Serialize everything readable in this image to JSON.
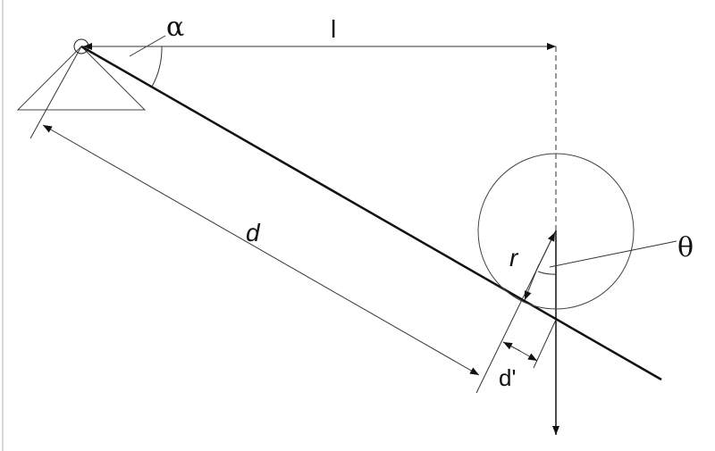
{
  "labels": {
    "alpha": "α",
    "l": "l",
    "d": "d",
    "r": "r",
    "theta": "θ",
    "d_prime": "d'"
  },
  "colors": {
    "line": "#111111",
    "thin": "#333333"
  }
}
